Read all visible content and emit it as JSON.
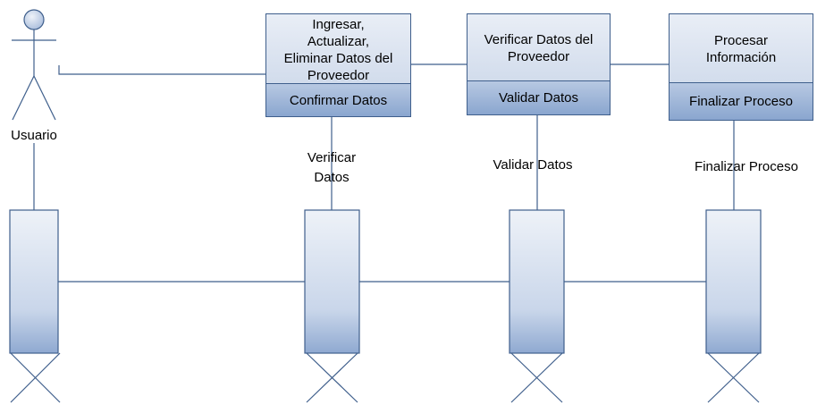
{
  "actor": {
    "label": "Usuario"
  },
  "objects": [
    {
      "title": "Ingresar,\nActualizar,\nEliminar Datos del\nProveedor",
      "operation": "Confirmar Datos",
      "message": "Verificar\nDatos"
    },
    {
      "title": "Verificar Datos del\nProveedor",
      "operation": "Validar Datos",
      "message": "Validar Datos"
    },
    {
      "title": "Procesar\nInformación",
      "operation": "Finalizar Proceso",
      "message": "Finalizar Proceso"
    }
  ],
  "colors": {
    "stroke": "#3f5f8c",
    "fill_light": "#e9eef6",
    "fill_dark": "#8aa6cf"
  }
}
